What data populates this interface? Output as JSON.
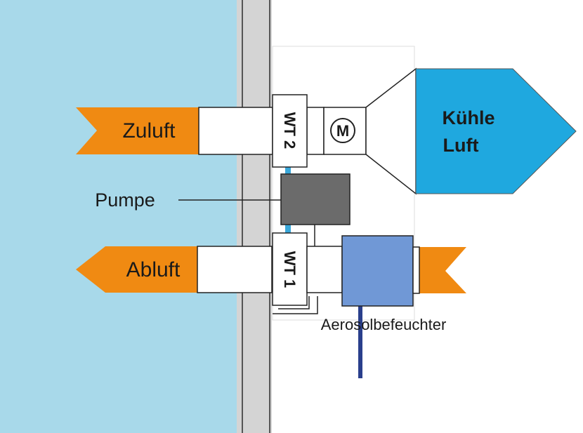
{
  "labels": {
    "zuluft": "Zuluft",
    "abluft": "Abluft",
    "wt2": "WT 2",
    "wt1": "WT 1",
    "motor": "M",
    "pumpe": "Pumpe",
    "kuehle_line1": "Kühle",
    "kuehle_line2": "Luft",
    "aerosol": "Aerosolbefeuchter"
  },
  "colors": {
    "building_interior": "#a8d9ea",
    "wall": "#d4d4d4",
    "arrow_orange": "#f08a12",
    "cool_air_blue": "#1fa8df",
    "pump_gray": "#6b6b6b",
    "humidifier_blue": "#7098d6",
    "pipe_cyan": "#39a7d9",
    "water_pipe": "#2a3f8c"
  },
  "icons": [
    "motor-icon"
  ]
}
